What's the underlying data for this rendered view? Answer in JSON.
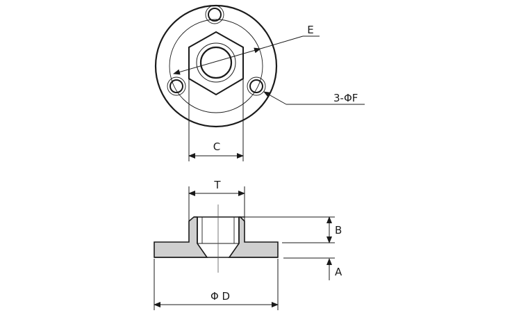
{
  "labels": {
    "e": "E",
    "hole_spec": "3-ΦF",
    "c": "C",
    "t": "T",
    "b": "B",
    "a": "A",
    "d": "Φ D"
  },
  "colors": {
    "line": "#1a1a1a",
    "section_fill": "#cfcfcf",
    "thin_line": "#555555"
  }
}
